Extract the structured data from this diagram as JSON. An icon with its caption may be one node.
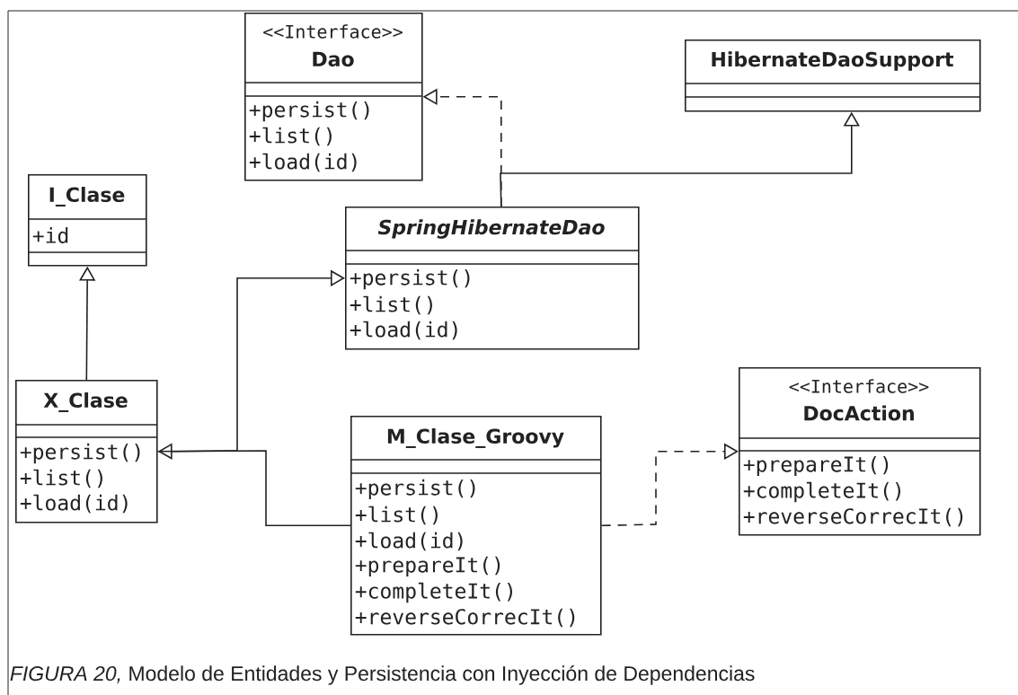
{
  "diagram": {
    "caption": "*FIGURA 20,* Modelo de Entidades y Persistencia con Inyección de Dependencias",
    "nodes": [
      {
        "text": [
          "<<Interface>>",
          "Dao",
          "+persist()",
          "+list()",
          "+load(id)"
        ]
      },
      {
        "text": [
          "HibernateDaoSupport"
        ]
      },
      {
        "text": [
          "I_Clase",
          "+id"
        ]
      },
      {
        "text": [
          "SpringHibernateDao",
          "+persist()",
          "+list()",
          "+load(id)"
        ]
      },
      {
        "text": [
          "X_Clase",
          "+persist()",
          "+list()",
          "+load(id)"
        ]
      },
      {
        "text": [
          "M_Clase_Groovy",
          "+persist()",
          "+list()",
          "+load(id)",
          "+prepareIt()",
          "+completeIt()",
          "+reverseCorrecIt()"
        ]
      },
      {
        "text": [
          "<<Interface>>",
          "DocAction",
          "+prepareIt()",
          "+completeIt()",
          "+reverseCorrecIt()"
        ]
      }
    ],
    "edges": [
      {
        "from": 3,
        "to": 0,
        "arrow": "to",
        "style": "dashed"
      },
      {
        "from": 3,
        "to": 1,
        "arrow": "to"
      },
      {
        "from": 4,
        "to": 2,
        "arrow": "to"
      },
      {
        "from": 4,
        "to": 3,
        "arrow": "to"
      },
      {
        "from": 5,
        "to": 4,
        "arrow": "to"
      },
      {
        "from": 5,
        "to": 6,
        "arrow": "to",
        "style": "dashed"
      }
    ]
  }
}
